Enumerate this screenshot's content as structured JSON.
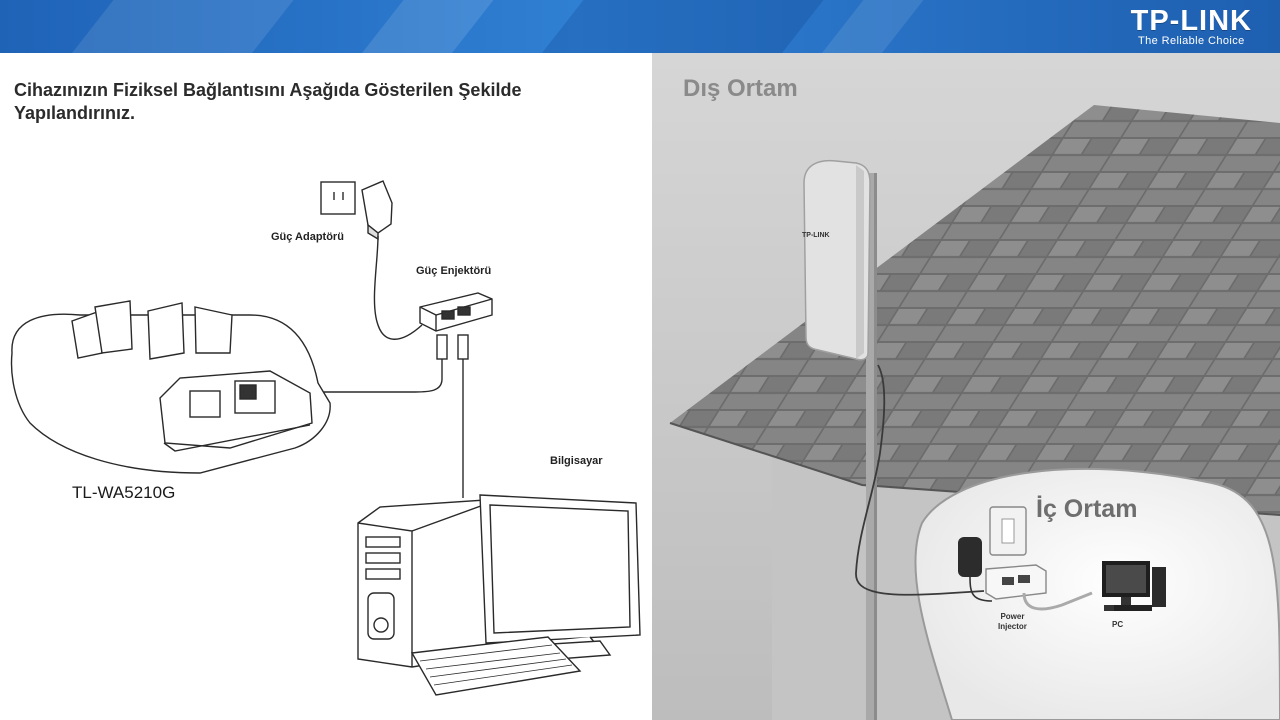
{
  "header": {
    "brand": "TP-LINK",
    "tagline": "The Reliable Choice",
    "colors": {
      "bar": "#2a74c9",
      "text": "#ffffff"
    }
  },
  "left": {
    "instruction_line1": "Cihazınızın Fiziksel Bağlantısını Aşağıda Gösterilen Şekilde",
    "instruction_line2": "Yapılandırınız.",
    "labels": {
      "power_adapter": "Güç Adaptörü",
      "power_injector": "Güç Enjektörü",
      "computer": "Bilgisayar",
      "model": "TL-WA5210G"
    }
  },
  "right": {
    "outdoor": "Dış Ortam",
    "indoor": "İç Ortam",
    "power_injector_line1": "Power",
    "power_injector_line2": "Injector",
    "pc": "PC",
    "device_brand": "TP-LINK"
  }
}
